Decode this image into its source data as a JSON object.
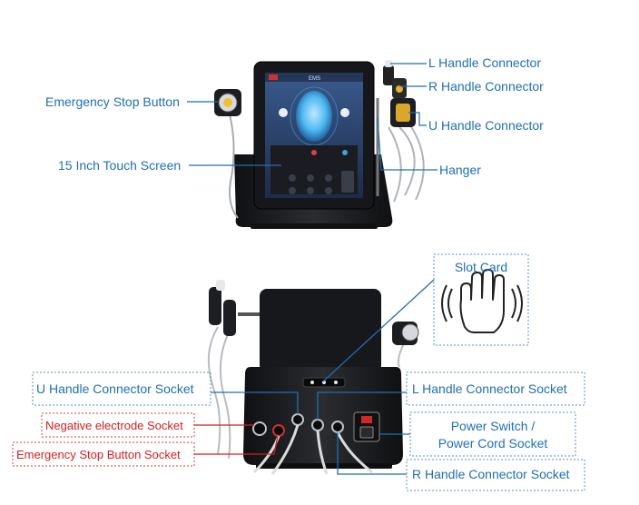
{
  "top_labels": {
    "emergency_stop_button": "Emergency Stop Button",
    "touch_screen": "15 Inch Touch Screen",
    "l_handle_connector": "L Handle Connector",
    "r_handle_connector": "R Handle Connector",
    "u_handle_connector": "U Handle Connector",
    "hanger": "Hanger"
  },
  "bottom_labels": {
    "slot_card": "Slot Card",
    "u_handle_socket": "U Handle Connector Socket",
    "l_handle_socket": "L Handle Connector Socket",
    "negative_electrode_socket": "Negative electrode Socket",
    "emergency_stop_socket": "Emergency Stop Button Socket",
    "power_switch_line1": "Power Switch /",
    "power_switch_line2": "Power Cord Socket",
    "r_handle_socket": "R Handle Connector Socket"
  },
  "screen": {
    "header_text": "EMS"
  },
  "colors": {
    "label_blue": "#1f6fb5",
    "label_red": "#d42020",
    "leader_blue": "#1f6fb5",
    "leader_red": "#d42020",
    "device_dark": "#1b1c1f",
    "screen_bg": "#2a3f66",
    "face_glow": "#4fb8f0"
  },
  "icons": [
    "hand-icon",
    "emergency-stop-icon",
    "power-switch-icon"
  ]
}
